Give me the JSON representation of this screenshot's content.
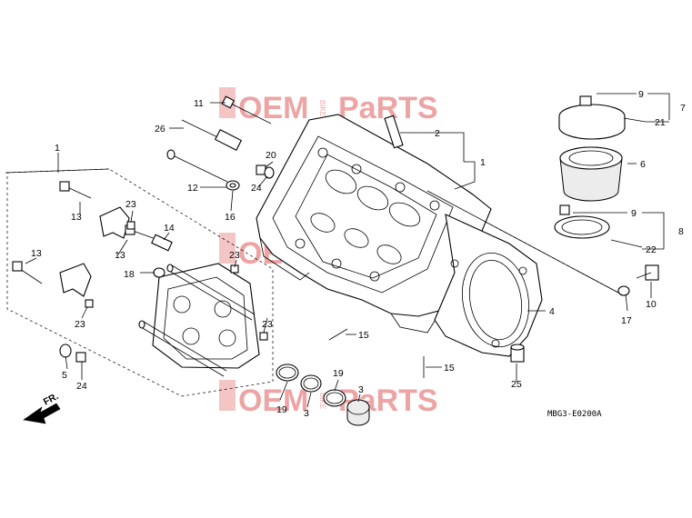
{
  "diagram": {
    "code": "MBG3-E0200A",
    "direction_label": "FR.",
    "watermark": {
      "main": "OEM",
      "sub": "BIKE",
      "brand": "PaRTS"
    },
    "callouts": {
      "c1a": "1",
      "c1b": "1",
      "c2": "2",
      "c3a": "3",
      "c3b": "3",
      "c4": "4",
      "c5": "5",
      "c6": "6",
      "c7": "7",
      "c8": "8",
      "c9a": "9",
      "c9b": "9",
      "c10": "10",
      "c11": "11",
      "c12": "12",
      "c13a": "13",
      "c13b": "13",
      "c13c": "13",
      "c14": "14",
      "c15a": "15",
      "c15b": "15",
      "c16": "16",
      "c17": "17",
      "c18": "18",
      "c19a": "19",
      "c19b": "19",
      "c20": "20",
      "c21": "21",
      "c22": "22",
      "c23a": "23",
      "c23b": "23",
      "c23c": "23",
      "c23d": "23",
      "c24a": "24",
      "c24b": "24",
      "c25": "25",
      "c26": "26"
    }
  }
}
